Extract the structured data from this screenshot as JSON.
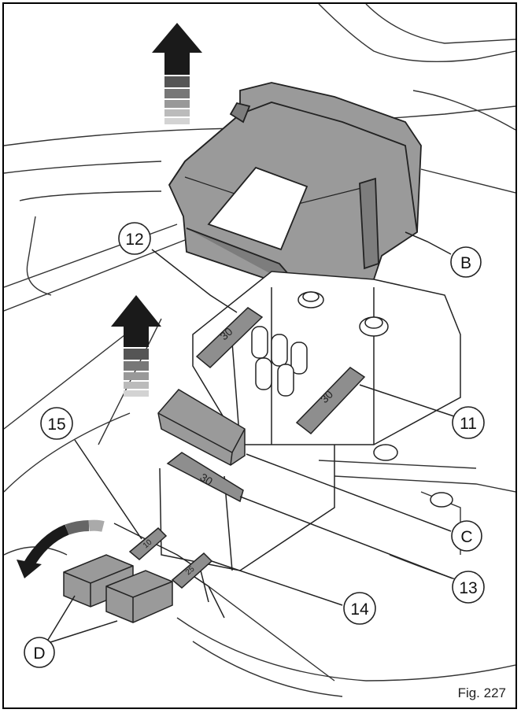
{
  "caption": "Fig. 227",
  "callouts": {
    "B": "B",
    "C": "C",
    "D": "D",
    "n11": "11",
    "n12": "12",
    "n13": "13",
    "n14": "14",
    "n15": "15"
  },
  "fuse_ratings": {
    "fuse_12": "30",
    "fuse_11": "30",
    "fuse_13": "30",
    "fuse_14": "25",
    "fuse_15": "10"
  },
  "colors": {
    "cover": "#9a9a9a",
    "cover_dark": "#7d7d7d",
    "fuse": "#8e8e8e",
    "line": "#222222"
  }
}
